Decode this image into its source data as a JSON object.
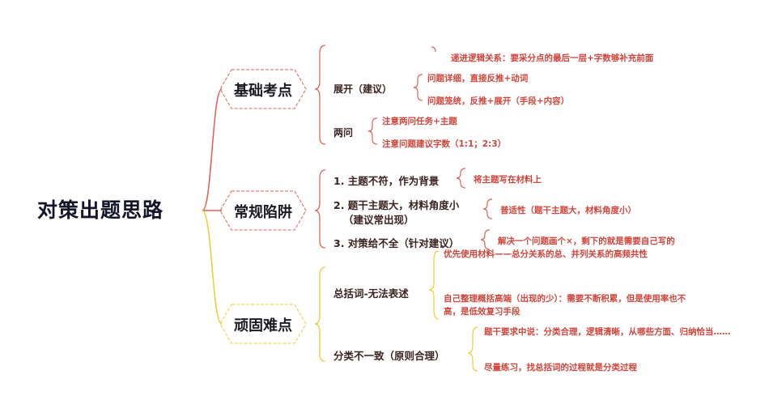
{
  "root": {
    "title": "对策出题思路"
  },
  "colors": {
    "branch_red": "#e0635a",
    "branch_yellow": "#e9cf3a",
    "root_text": "#14142b",
    "leaf_text": "#d0453c",
    "sub_text": "#3a2320"
  },
  "branches": [
    {
      "label": "基础考点",
      "children": [
        {
          "label": "展开（建议）",
          "pre_note": "递进逻辑关系：要采分点的最后一层+字数够补充前面",
          "leaves": [
            "问题详细，直接反推+动词",
            "问题笼统，反推+展开（手段+内容）"
          ]
        },
        {
          "label": "两问",
          "leaves": [
            "注意两问任务+主题",
            "注意问题建议字数（1:1；2:3）"
          ]
        }
      ]
    },
    {
      "label": "常规陷阱",
      "children": [
        {
          "label": "1. 主题不符，作为背景",
          "leaves": [
            "将主题写在材料上"
          ]
        },
        {
          "label": "2. 题干主题大，材料角度小",
          "label_line2": "（建议常出现）",
          "leaves": [
            "普适性（题干主题大，材料角度小）"
          ]
        },
        {
          "label": "3. 对策给不全（针对建议）",
          "leaves": [
            "解决一个问题画个×，剩下的就是需要自己写的"
          ]
        }
      ]
    },
    {
      "label": "顽固难点",
      "children": [
        {
          "label": "总括词-无法表述",
          "leaves": [
            "优先使用材料——总分关系的总、并列关系的高频共性",
            "自己整理概括高端（出现的少）：需要不断积累，但是使用率也不高，是低效复习手段"
          ]
        },
        {
          "label": "分类不一致（原则合理）",
          "leaves": [
            "题干要求中说：分类合理，逻辑清晰，从哪些方面、归纳恰当……",
            "尽量练习，找总括词的过程就是分类过程"
          ]
        }
      ]
    }
  ]
}
